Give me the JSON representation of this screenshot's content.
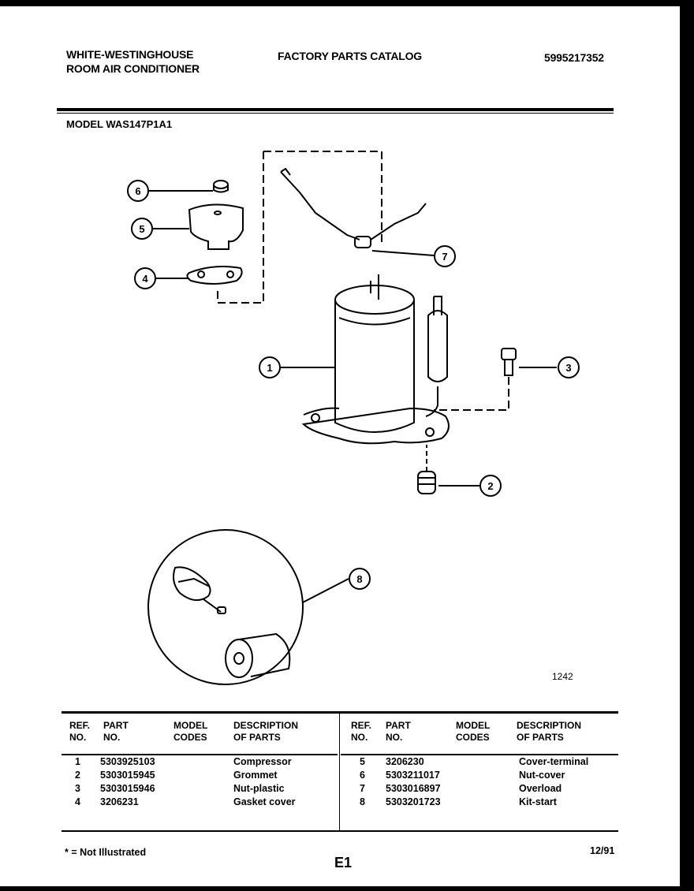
{
  "header": {
    "brand_line1": "WHITE-WESTINGHOUSE",
    "brand_line2": "ROOM AIR CONDITIONER",
    "catalog_title": "FACTORY PARTS CATALOG",
    "catalog_number": "5995217352"
  },
  "model_label": "MODEL WAS147P1A1",
  "diagram": {
    "callouts": [
      "1",
      "2",
      "3",
      "4",
      "5",
      "6",
      "7",
      "8"
    ],
    "figure_number": "1242"
  },
  "table": {
    "headers": {
      "ref": "REF.\nNO.",
      "part": "PART\nNO.",
      "model": "MODEL\nCODES",
      "desc": "DESCRIPTION\nOF PARTS"
    },
    "left_rows": [
      {
        "ref": "1",
        "part": "5303925103",
        "desc": "Compressor"
      },
      {
        "ref": "2",
        "part": "5303015945",
        "desc": "Grommet"
      },
      {
        "ref": "3",
        "part": "5303015946",
        "desc": "Nut-plastic"
      },
      {
        "ref": "4",
        "part": "3206231",
        "desc": "Gasket cover"
      }
    ],
    "right_rows": [
      {
        "ref": "5",
        "part": "3206230",
        "desc": "Cover-terminal"
      },
      {
        "ref": "6",
        "part": "5303211017",
        "desc": "Nut-cover"
      },
      {
        "ref": "7",
        "part": "5303016897",
        "desc": "Overload"
      },
      {
        "ref": "8",
        "part": "5303201723",
        "desc": "Kit-start"
      }
    ]
  },
  "footer": {
    "note": "* = Not Illustrated",
    "page": "E1",
    "date": "12/91"
  }
}
